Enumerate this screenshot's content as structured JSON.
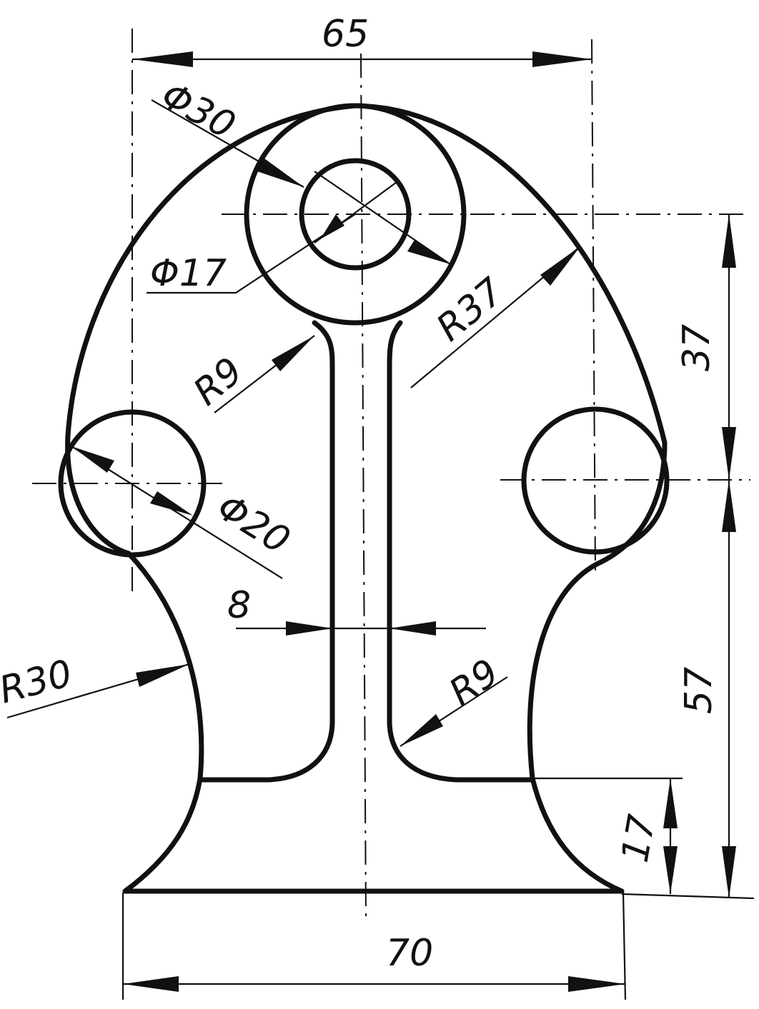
{
  "dimensions": {
    "top_width": "65",
    "hole_large_dia": "Φ30",
    "hole_small_dia": "Φ17",
    "fillet_upper": "R9",
    "outer_radius": "R37",
    "vertical_upper": "37",
    "side_hole_dia": "Φ20",
    "web_width": "8",
    "side_radius": "R30",
    "fillet_lower": "R9",
    "vertical_lower": "57",
    "foot_height": "17",
    "bottom_width": "70"
  }
}
